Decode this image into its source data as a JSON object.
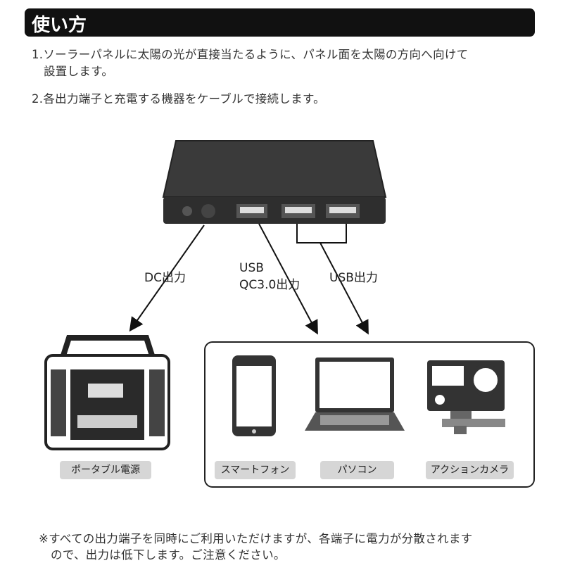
{
  "header": {
    "title": "使い方"
  },
  "steps": [
    {
      "line1": "1.ソーラーパネルに太陽の光が直接当たるように、パネル面を太陽の方向へ向けて",
      "line2": "設置します。"
    },
    {
      "line1": "2.各出力端子と充電する機器をケーブルで接続します。"
    }
  ],
  "ports": {
    "dc": "DC出力",
    "usb_qc_line1": "USB",
    "usb_qc_line2": "QC3.0出力",
    "usb": "USB出力"
  },
  "devices": [
    {
      "label": "ポータブル電源",
      "icon": "portable-power-station-icon"
    },
    {
      "label": "スマートフォン",
      "icon": "smartphone-icon"
    },
    {
      "label": "パソコン",
      "icon": "laptop-icon"
    },
    {
      "label": "アクションカメラ",
      "icon": "action-camera-icon"
    }
  ],
  "note": {
    "line1": "※すべての出力端子を同時にご利用いただけますが、各端子に電力が分散されます",
    "line2": "ので、出力は低下します。ご注意ください。"
  }
}
